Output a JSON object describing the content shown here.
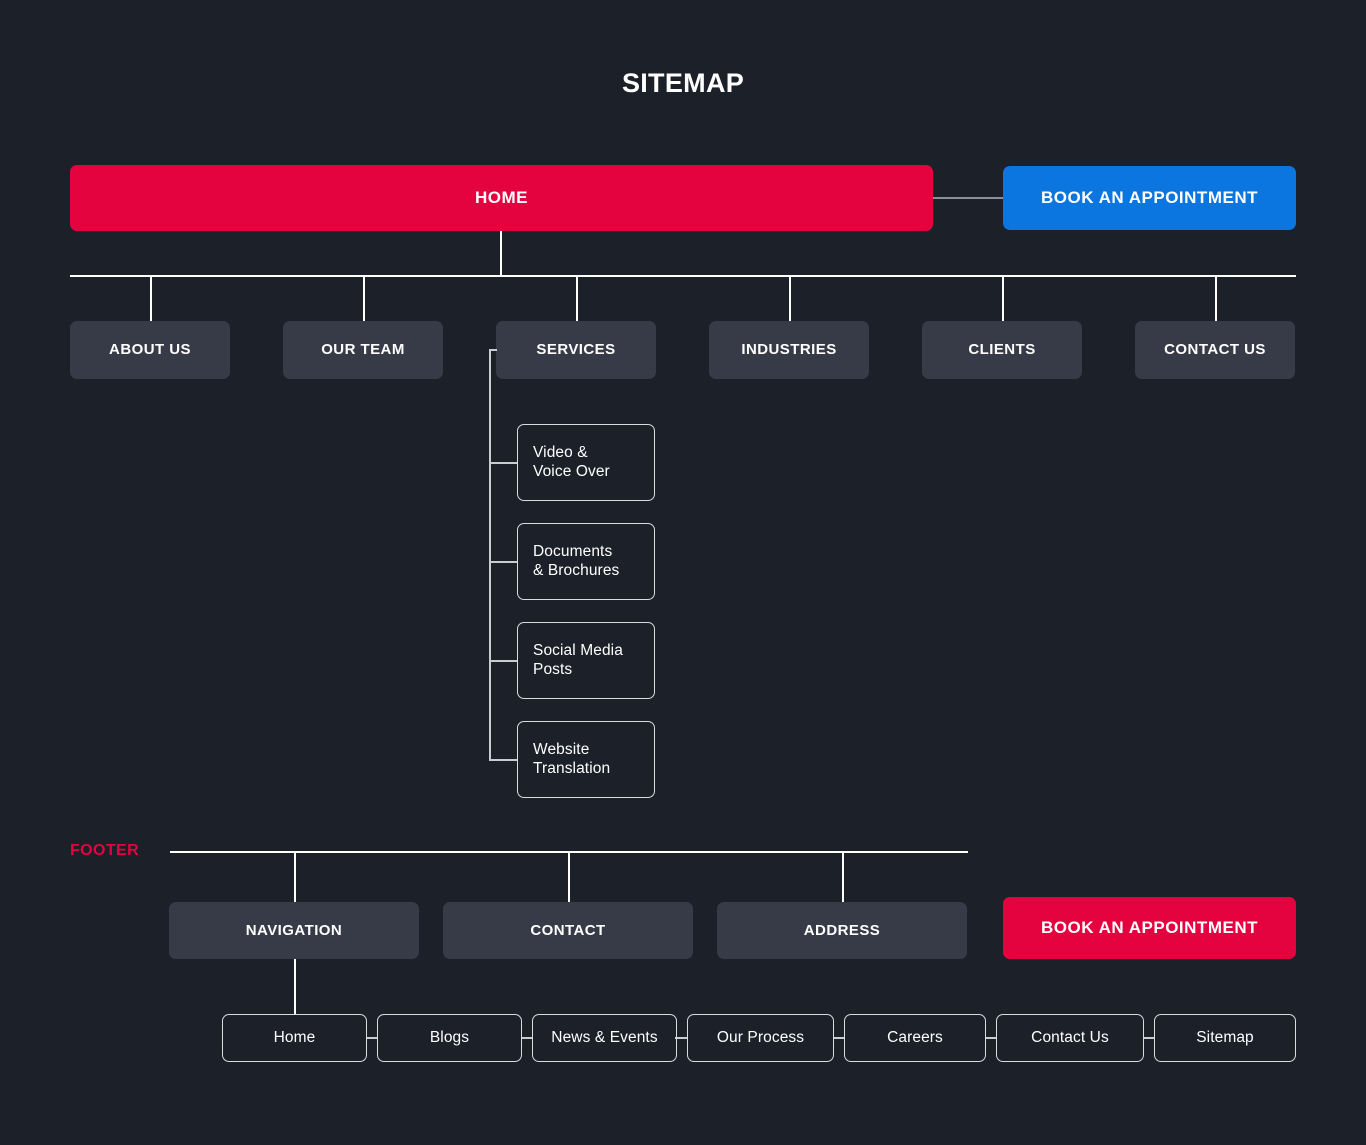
{
  "page": {
    "title": "SITEMAP",
    "background_color": "#1b2029"
  },
  "colors": {
    "accent_red": "#e4023f",
    "accent_blue": "#0b76e0",
    "node_grey": "#373b47",
    "line_white": "#ffffff",
    "text_white": "#ffffff"
  },
  "diagram": {
    "root": {
      "label": "HOME"
    },
    "root_cta": {
      "label": "BOOK AN APPOINTMENT"
    },
    "primary_nav": [
      {
        "label": "ABOUT US"
      },
      {
        "label": "OUR TEAM"
      },
      {
        "label": "SERVICES"
      },
      {
        "label": "INDUSTRIES"
      },
      {
        "label": "CLIENTS"
      },
      {
        "label": "CONTACT US"
      }
    ],
    "services_children": [
      {
        "line1": "Video &",
        "line2": "Voice Over"
      },
      {
        "line1": "Documents",
        "line2": "& Brochures"
      },
      {
        "line1": "Social Media",
        "line2": "Posts"
      },
      {
        "line1": "Website",
        "line2": "Translation"
      }
    ]
  },
  "footer": {
    "tag": "FOOTER",
    "columns": [
      {
        "label": "NAVIGATION"
      },
      {
        "label": "CONTACT"
      },
      {
        "label": "ADDRESS"
      }
    ],
    "cta": {
      "label": "BOOK AN APPOINTMENT"
    },
    "links": [
      {
        "label": "Home"
      },
      {
        "label": "Blogs"
      },
      {
        "label": "News & Events"
      },
      {
        "label": "Our Process"
      },
      {
        "label": "Careers"
      },
      {
        "label": "Contact Us"
      },
      {
        "label": "Sitemap"
      }
    ]
  }
}
